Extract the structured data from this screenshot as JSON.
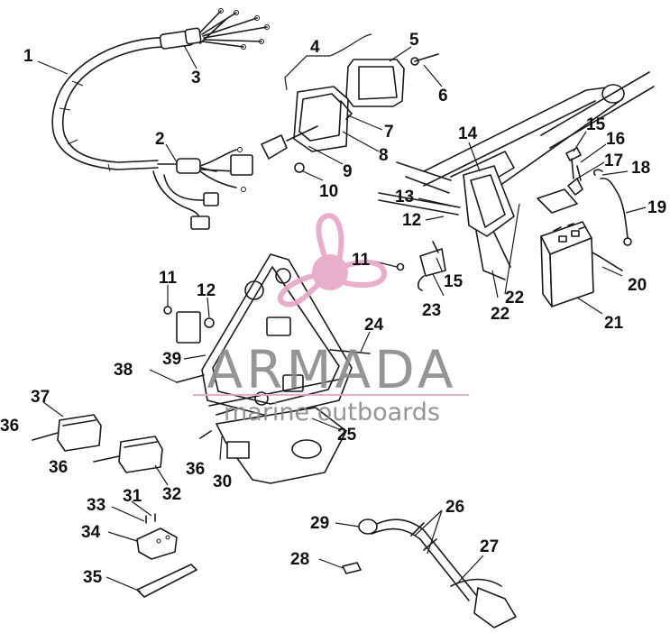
{
  "watermark": {
    "brand": "ARMADA",
    "tagline": "marine outboards",
    "accent_color": "#e8a6c8",
    "text_color": "#8a8a8a"
  },
  "callouts": [
    {
      "id": "c1",
      "label": "1"
    },
    {
      "id": "c2",
      "label": "2"
    },
    {
      "id": "c3",
      "label": "3"
    },
    {
      "id": "c4",
      "label": "4"
    },
    {
      "id": "c5",
      "label": "5"
    },
    {
      "id": "c6",
      "label": "6"
    },
    {
      "id": "c7",
      "label": "7"
    },
    {
      "id": "c8",
      "label": "8"
    },
    {
      "id": "c9",
      "label": "9"
    },
    {
      "id": "c10",
      "label": "10"
    },
    {
      "id": "c14",
      "label": "14"
    },
    {
      "id": "c15a",
      "label": "15"
    },
    {
      "id": "c16",
      "label": "16"
    },
    {
      "id": "c17",
      "label": "17"
    },
    {
      "id": "c18",
      "label": "18"
    },
    {
      "id": "c19",
      "label": "19"
    },
    {
      "id": "c13",
      "label": "13"
    },
    {
      "id": "c12a",
      "label": "12"
    },
    {
      "id": "c11a",
      "label": "11"
    },
    {
      "id": "c15b",
      "label": "15"
    },
    {
      "id": "c23",
      "label": "23"
    },
    {
      "id": "c22a",
      "label": "22"
    },
    {
      "id": "c22b",
      "label": "22"
    },
    {
      "id": "c20",
      "label": "20"
    },
    {
      "id": "c21",
      "label": "21"
    },
    {
      "id": "c11b",
      "label": "11"
    },
    {
      "id": "c12b",
      "label": "12"
    },
    {
      "id": "c24",
      "label": "24"
    },
    {
      "id": "c39",
      "label": "39"
    },
    {
      "id": "c38",
      "label": "38"
    },
    {
      "id": "c37",
      "label": "37"
    },
    {
      "id": "c36a",
      "label": "36"
    },
    {
      "id": "c36b",
      "label": "36"
    },
    {
      "id": "c36c",
      "label": "36"
    },
    {
      "id": "c30",
      "label": "30"
    },
    {
      "id": "c32",
      "label": "32"
    },
    {
      "id": "c25",
      "label": "25"
    },
    {
      "id": "c33",
      "label": "33"
    },
    {
      "id": "c31",
      "label": "31"
    },
    {
      "id": "c34",
      "label": "34"
    },
    {
      "id": "c35",
      "label": "35"
    },
    {
      "id": "c29",
      "label": "29"
    },
    {
      "id": "c26",
      "label": "26"
    },
    {
      "id": "c27",
      "label": "27"
    },
    {
      "id": "c28",
      "label": "28"
    }
  ]
}
